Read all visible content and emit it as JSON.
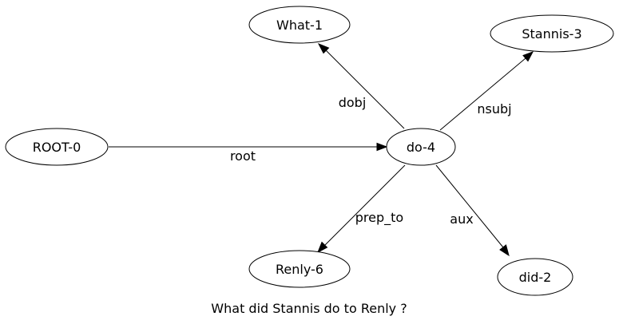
{
  "graph": {
    "caption": "What did Stannis do to Renly ?",
    "nodes": [
      {
        "id": "root",
        "label": "ROOT-0"
      },
      {
        "id": "do",
        "label": "do-4"
      },
      {
        "id": "what",
        "label": "What-1"
      },
      {
        "id": "stannis",
        "label": "Stannis-3"
      },
      {
        "id": "renly",
        "label": "Renly-6"
      },
      {
        "id": "did",
        "label": "did-2"
      }
    ],
    "edges": [
      {
        "from": "root",
        "to": "do",
        "label": "root"
      },
      {
        "from": "do",
        "to": "what",
        "label": "dobj"
      },
      {
        "from": "do",
        "to": "stannis",
        "label": "nsubj"
      },
      {
        "from": "do",
        "to": "renly",
        "label": "prep_to"
      },
      {
        "from": "do",
        "to": "did",
        "label": "aux"
      }
    ]
  }
}
